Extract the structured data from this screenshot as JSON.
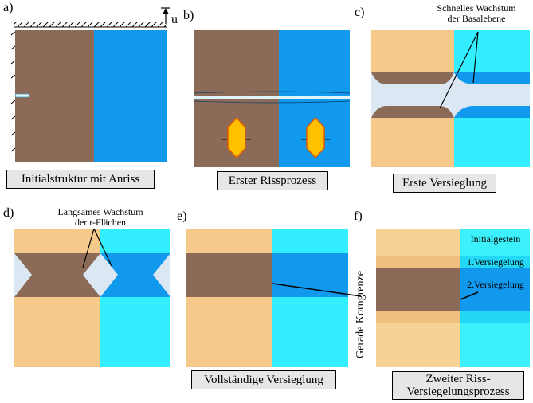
{
  "panels": {
    "a": {
      "letter": "a)",
      "caption": "Initialstruktur mit Anriss",
      "u_label": "u"
    },
    "b": {
      "letter": "b)",
      "caption": "Erster Rissprozess"
    },
    "c": {
      "letter": "c)",
      "caption": "Erste Versieglung",
      "note_line1": "Schnelles Wachstum",
      "note_line2": "der Basalebene"
    },
    "d": {
      "letter": "d)",
      "note_line1": "Langsames Wachstum",
      "note_line2": "der r-Flächen"
    },
    "e": {
      "letter": "e)",
      "caption": "Vollständige Versieglung",
      "vertical_label": "Gerade Korngrenze"
    },
    "f": {
      "letter": "f)",
      "caption_line1": "Zweiter Riss-",
      "caption_line2": "Versiegelungsprozess",
      "layer1": "Initialgestein",
      "layer2": "1.Versiegelung",
      "layer3": "2.Versiegelung"
    }
  },
  "colors": {
    "brown": "#8b6b57",
    "blue": "#1199ee",
    "light_orange": "#f5c98a",
    "cyan": "#33eeff",
    "crack": "#dbe7f2",
    "crystal": "#ffc000",
    "crystal_edge": "#e05a00"
  }
}
